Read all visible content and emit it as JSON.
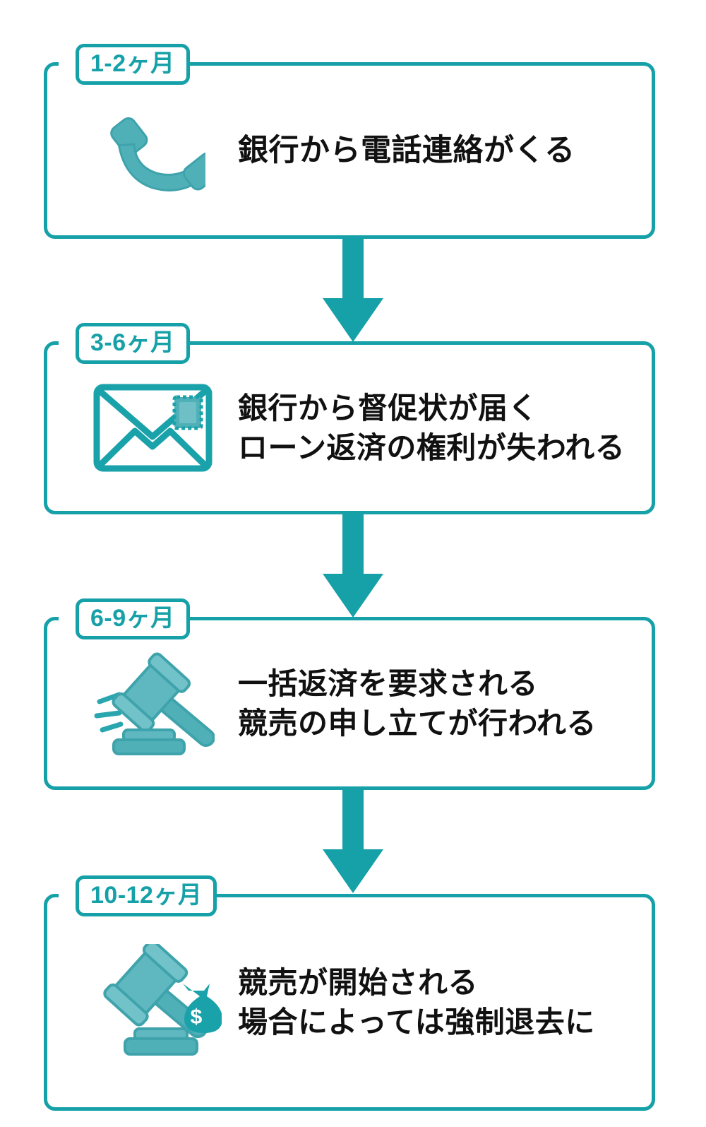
{
  "meta": {
    "title": "住宅ローン滞納の流れ",
    "accent_color": "#16a0a8",
    "icon_fill_color": "#4bacb5",
    "text_color": "#111111",
    "background_color": "#ffffff"
  },
  "flow": {
    "steps": [
      {
        "badge": "1-2ヶ月",
        "icon": "telephone-icon",
        "lines": [
          "銀行から電話連絡がくる"
        ]
      },
      {
        "badge": "3-6ヶ月",
        "icon": "envelope-stamp-icon",
        "lines": [
          "銀行から督促状が届く",
          "ローン返済の権利が失われる"
        ]
      },
      {
        "badge": "6-9ヶ月",
        "icon": "gavel-icon",
        "lines": [
          "一括返済を要求される",
          "競売の申し立てが行われる"
        ]
      },
      {
        "badge": "10-12ヶ月",
        "icon": "gavel-money-bag-icon",
        "lines": [
          "競売が開始される",
          "場合によっては強制退去に"
        ]
      }
    ],
    "connectors": [
      {
        "name": "arrow-down-1",
        "direction": "down"
      },
      {
        "name": "arrow-down-2",
        "direction": "down"
      },
      {
        "name": "arrow-down-3",
        "direction": "down"
      }
    ]
  }
}
